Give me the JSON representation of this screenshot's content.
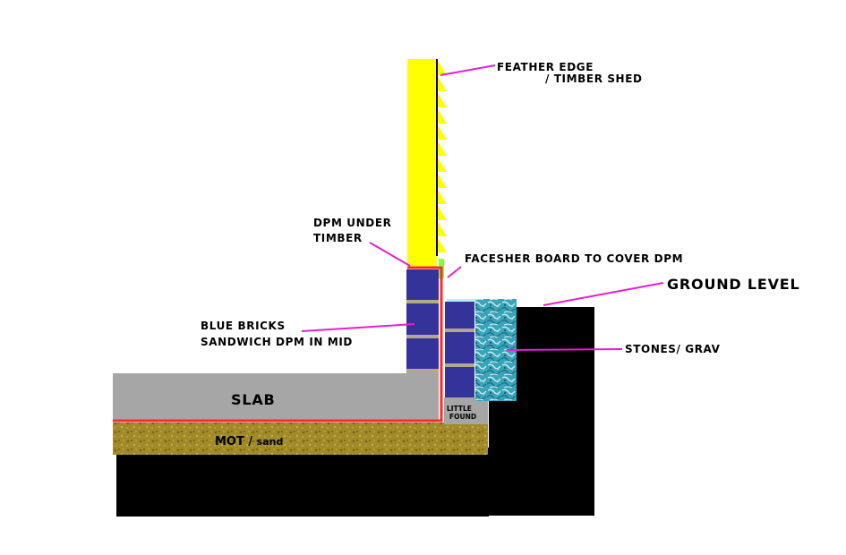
{
  "labels": {
    "feather_edge_line1": "FEATHER EDGE",
    "feather_edge_line2": "/ TIMBER SHED",
    "dpm_under_line1": "DPM UNDER",
    "dpm_under_line2": "TIMBER",
    "facesher_board": "FACESHER BOARD TO COVER DPM",
    "ground_level": "GROUND LEVEL",
    "blue_bricks_line1": "BLUE BRICKS",
    "blue_bricks_line2": "SANDWICH DPM IN MID",
    "stones": "STONES/ GRAV",
    "slab": "SLAB",
    "mot_sand_main": "MOT / ",
    "mot_sand_suffix": "sand",
    "little_found_line1": "LITTLE",
    "little_found_line2": "FOUND"
  },
  "colors": {
    "timber": "#ffff00",
    "brick": "#333399",
    "mortar": "#b4a78c",
    "slab": "#a6a6a6",
    "mot": "#a08a2a",
    "ground": "#000000",
    "dpm": "#ff2a2a",
    "fascia_board": "#7fff3a",
    "leader": "#e61ecf",
    "stones": "#3aa3b8"
  }
}
